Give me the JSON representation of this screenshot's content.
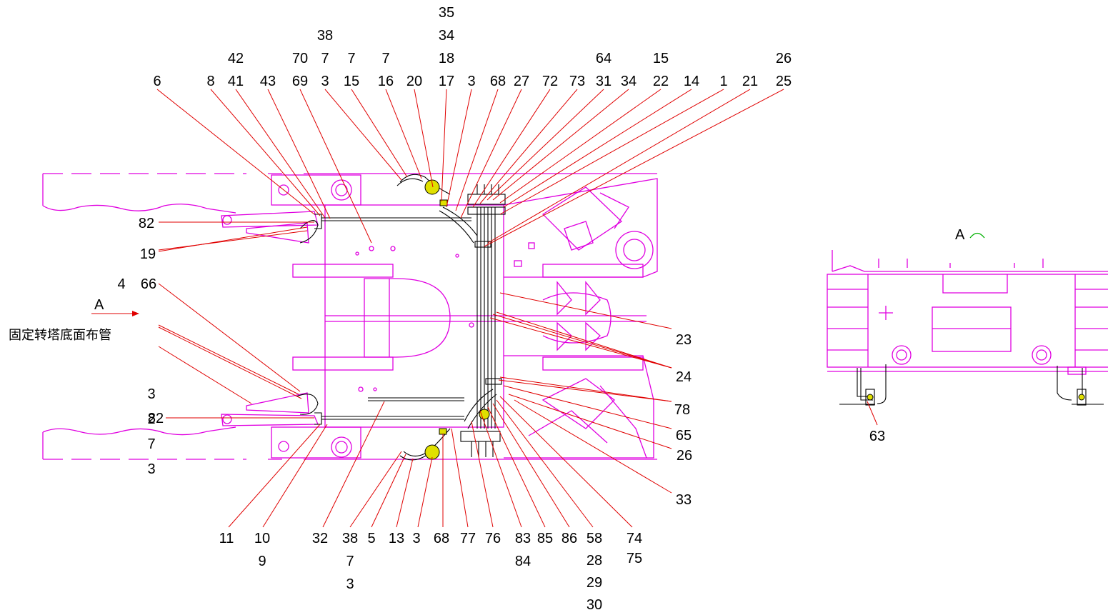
{
  "note_text": "固定转塔底面布管",
  "view_marker": "A",
  "view_title": "A",
  "colors": {
    "outline": "#e000e0",
    "leader": "#e00000",
    "pipe": "#000000",
    "text": "#000000",
    "fitting": "#e0e000"
  },
  "labels": {
    "top": [
      [
        "6"
      ],
      [
        "8"
      ],
      [
        "42",
        "41"
      ],
      [
        "43"
      ],
      [
        "70",
        "69"
      ],
      [
        "38",
        "7",
        "3"
      ],
      [
        "7",
        "15"
      ],
      [
        "7",
        "16"
      ],
      [
        "20"
      ],
      [
        "35",
        "34",
        "18",
        "17"
      ],
      [
        "3"
      ],
      [
        "68"
      ],
      [
        "27"
      ],
      [
        "72"
      ],
      [
        "73"
      ],
      [
        "64",
        "31"
      ],
      [
        "34"
      ],
      [
        "15",
        "22"
      ],
      [
        "14"
      ],
      [
        "1"
      ],
      [
        "21"
      ],
      [
        "26",
        "25"
      ]
    ],
    "left": [
      [
        "82"
      ],
      [
        "19"
      ],
      [
        "4"
      ],
      [
        "66"
      ],
      [
        "3",
        "2",
        "7",
        "3"
      ],
      [
        "82"
      ]
    ],
    "right": [
      [
        "23"
      ],
      [
        "24"
      ],
      [
        "78"
      ],
      [
        "65"
      ],
      [
        "26"
      ],
      [
        "33"
      ]
    ],
    "bottom": [
      [
        "11"
      ],
      [
        "10",
        "9"
      ],
      [
        "32"
      ],
      [
        "38",
        "7",
        "3"
      ],
      [
        "5"
      ],
      [
        "13"
      ],
      [
        "3"
      ],
      [
        "68"
      ],
      [
        "77"
      ],
      [
        "76"
      ],
      [
        "83",
        "84"
      ],
      [
        "85"
      ],
      [
        "86"
      ],
      [
        "58",
        "28",
        "29",
        "30"
      ],
      [
        "74",
        "75"
      ]
    ],
    "view": [
      [
        "63"
      ]
    ]
  }
}
